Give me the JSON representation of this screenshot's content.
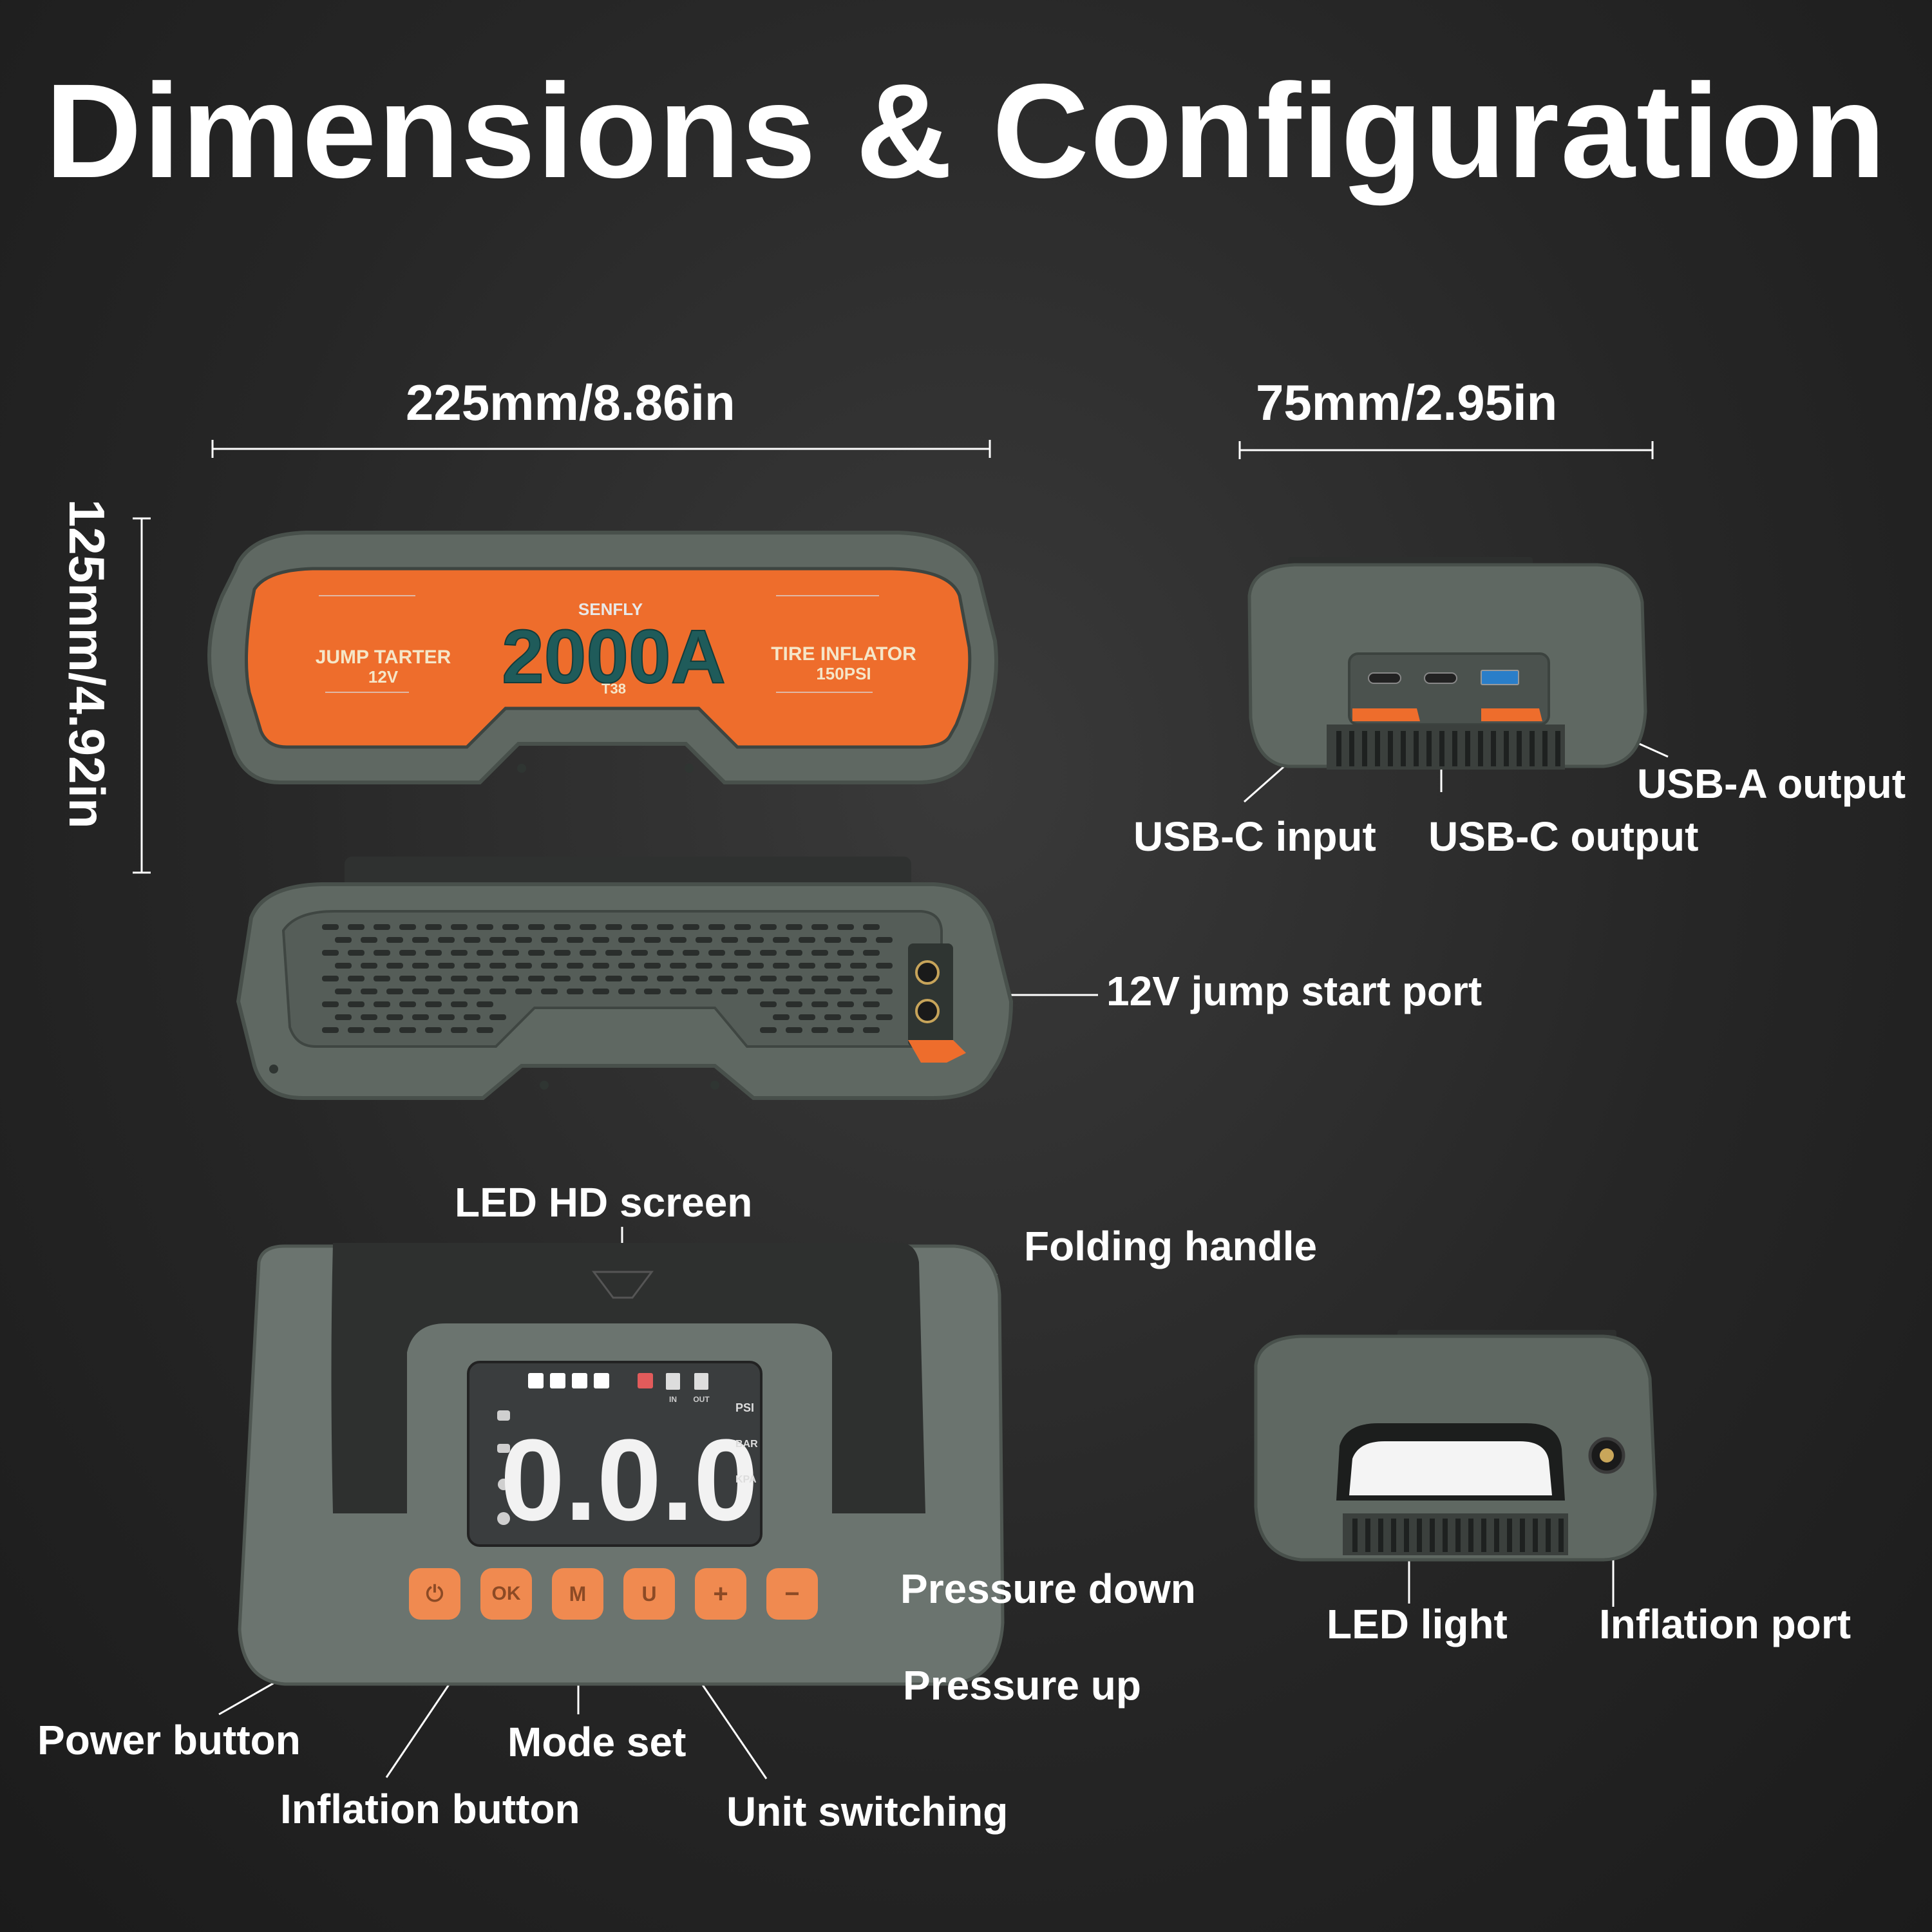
{
  "title": "Dimensions & Configuration",
  "dimensions": {
    "width_label": "225mm/8.86in",
    "depth_label": "75mm/2.95in",
    "height_label": "125mm/4.92in"
  },
  "front_panel": {
    "brand": "SENFLY",
    "amperage": "2000A",
    "model": "T38",
    "left_title": "JUMP TARTER",
    "left_sub": "12V",
    "right_title": "TIRE INFLATOR",
    "right_sub": "150PSI"
  },
  "screen": {
    "digits": "0.0.0",
    "units": [
      "PSI",
      "BAR",
      "KPA"
    ],
    "indicators": [
      "IN",
      "OUT"
    ]
  },
  "buttons": [
    {
      "symbol": "⏻",
      "name": "power"
    },
    {
      "symbol": "OK",
      "name": "ok"
    },
    {
      "symbol": "M",
      "name": "mode"
    },
    {
      "symbol": "U",
      "name": "unit"
    },
    {
      "symbol": "+",
      "name": "plus"
    },
    {
      "symbol": "−",
      "name": "minus"
    }
  ],
  "callouts": {
    "usb_c_input": "USB-C input",
    "usb_c_output": "USB-C output",
    "usb_a_output": "USB-A output",
    "jump_port": "12V jump start port",
    "led_screen": "LED HD screen",
    "folding_handle": "Folding handle",
    "pressure_down": "Pressure down",
    "pressure_up": "Pressure up",
    "power_button": "Power button",
    "mode_set": "Mode set",
    "inflation_button": "Inflation button",
    "unit_switching": "Unit switching",
    "led_light": "LED light",
    "inflation_port": "Inflation port"
  },
  "colors": {
    "body": "#5f6862",
    "body_dark": "#4a524d",
    "orange": "#ee6d2c",
    "yellow": "#f3d534",
    "teal": "#1f5b5a",
    "button_orange": "#f08a50"
  }
}
